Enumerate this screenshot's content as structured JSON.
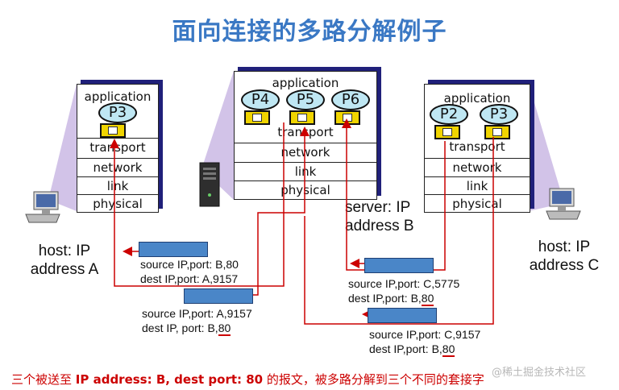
{
  "title": "面向连接的多路分解例子",
  "layers": {
    "application": "application",
    "transport": "transport",
    "network": "network",
    "link": "link",
    "physical": "physical"
  },
  "hosts": {
    "left": {
      "processes": [
        "P3"
      ],
      "label_line1": "host: IP",
      "label_line2": "address A"
    },
    "server": {
      "processes": [
        "P4",
        "P5",
        "P6"
      ],
      "label_line1": "server: IP",
      "label_line2": "address B"
    },
    "right": {
      "processes": [
        "P2",
        "P3"
      ],
      "label_line1": "host: IP",
      "label_line2": "address C"
    }
  },
  "segments": {
    "seg1": {
      "line1": "source IP,port: B,80",
      "line2": "dest IP,port: A,9157"
    },
    "seg2": {
      "line1": "source IP,port: A,9157",
      "line2_prefix": "dest IP, port: B,",
      "line2_port": "80"
    },
    "seg3": {
      "line1": "source IP,port: C,5775",
      "line2_prefix": "dest IP,port: B,",
      "line2_port": "80"
    },
    "seg4": {
      "line1": "source IP,port: C,9157",
      "line2_prefix": "dest IP,port: B,",
      "line2_port": "80"
    }
  },
  "caption": {
    "prefix": "三个被送至 ",
    "highlight": "IP address: B,  dest port: 80",
    "suffix": " 的报文，被多路分解到三个不同的套接字"
  },
  "watermark": "@稀土掘金技术社区",
  "colors": {
    "title": "#3a78c4",
    "arrow": "#cc0000",
    "segment": "#4a86c8",
    "socket": "#f0d400",
    "process": "#bfe7f3",
    "stack_shadow": "#20207a"
  }
}
